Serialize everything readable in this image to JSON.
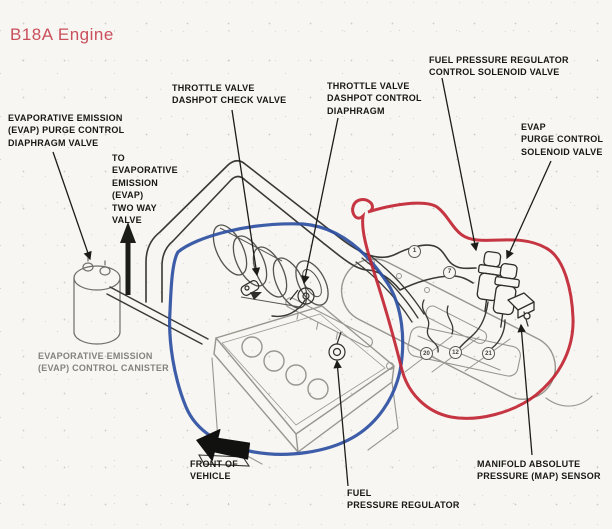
{
  "title": {
    "text": "B18A Engine"
  },
  "labels": {
    "evap_purge_diaphragm_valve": "EVAPORATIVE EMISSION\n(EVAP) PURGE CONTROL\nDIAPHRAGM VALVE",
    "throttle_dashpot_check_valve": "THROTTLE VALVE\nDASHPOT CHECK VALVE",
    "throttle_dashpot_control_diaphragm": "THROTTLE VALVE\nDASHPOT CONTROL\nDIAPHRAGM",
    "fuel_pressure_regulator_control_solenoid_valve": "FUEL PRESSURE REGULATOR\nCONTROL SOLENOID VALVE",
    "evap_purge_control_solenoid_valve": "EVAP\nPURGE CONTROL\nSOLENOID VALVE",
    "to_evap_two_way_valve": "TO\nEVAPORATIVE\nEMISSION\n(EVAP)\nTWO WAY\nVALVE",
    "evap_control_canister": "EVAPORATIVE EMISSION\n(EVAP) CONTROL CANISTER",
    "front_of_vehicle": "FRONT OF\nVEHICLE",
    "fuel_pressure_regulator": "FUEL\nPRESSURE REGULATOR",
    "map_sensor": "MANIFOLD ABSOLUTE\nPRESSURE (MAP) SENSOR"
  },
  "callouts": {
    "hose_1": "1",
    "hose_7": "7",
    "plate_left": "20",
    "plate_middle": "12",
    "plate_right": "21"
  },
  "colors": {
    "title_red": "#c94f5c",
    "red_loop": "#c02433",
    "blue_loop": "#2e4fa3",
    "label_black": "#181812",
    "label_gray": "#83827c",
    "engine_gray": "#97968f",
    "line_dark": "#3a3935",
    "paper": "#f7f6f2"
  }
}
